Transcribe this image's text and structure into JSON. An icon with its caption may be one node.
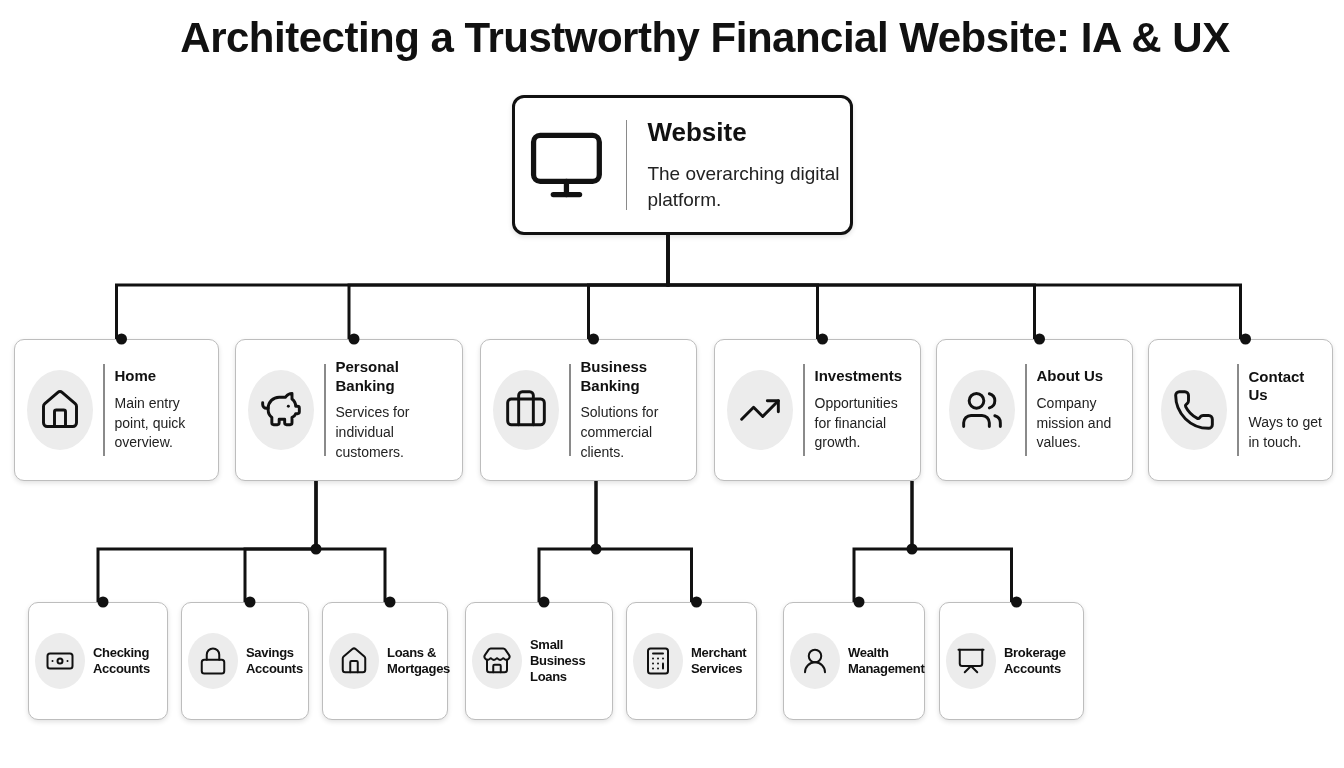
{
  "diagram": {
    "title": "Architecting a Trustworthy Financial Website: IA & UX",
    "nodes": [
      {
        "text": [
          "Website",
          "The overarching digital platform."
        ]
      },
      {
        "text": [
          "Home",
          "Main entry point, quick overview."
        ]
      },
      {
        "text": [
          "Personal Banking",
          "Services for individual customers."
        ]
      },
      {
        "text": [
          "Business Banking",
          "Solutions for commercial clients."
        ]
      },
      {
        "text": [
          "Investments",
          "Opportunities for financial growth."
        ]
      },
      {
        "text": [
          "About Us",
          "Company mission and values."
        ]
      },
      {
        "text": [
          "Contact Us",
          "Ways to get in touch."
        ]
      },
      {
        "text": [
          "Checking Accounts"
        ]
      },
      {
        "text": [
          "Savings Accounts"
        ]
      },
      {
        "text": [
          "Loans & Mortgages"
        ]
      },
      {
        "text": [
          "Small Business Loans"
        ]
      },
      {
        "text": [
          "Merchant Services"
        ]
      },
      {
        "text": [
          "Wealth Management"
        ]
      },
      {
        "text": [
          "Brokerage Accounts"
        ]
      }
    ],
    "edges": [
      {
        "from": 0,
        "to": 1,
        "arrow": "other"
      },
      {
        "from": 0,
        "to": 2,
        "arrow": "other"
      },
      {
        "from": 0,
        "to": 3,
        "arrow": "other"
      },
      {
        "from": 0,
        "to": 4,
        "arrow": "other"
      },
      {
        "from": 0,
        "to": 5,
        "arrow": "other"
      },
      {
        "from": 0,
        "to": 6,
        "arrow": "other"
      },
      {
        "from": 2,
        "to": 7,
        "arrow": "other"
      },
      {
        "from": 2,
        "to": 8,
        "arrow": "other"
      },
      {
        "from": 2,
        "to": 9,
        "arrow": "other"
      },
      {
        "from": 3,
        "to": 10,
        "arrow": "other"
      },
      {
        "from": 3,
        "to": 11,
        "arrow": "other"
      },
      {
        "from": 4,
        "to": 12,
        "arrow": "other"
      },
      {
        "from": 4,
        "to": 13,
        "arrow": "other"
      }
    ]
  }
}
